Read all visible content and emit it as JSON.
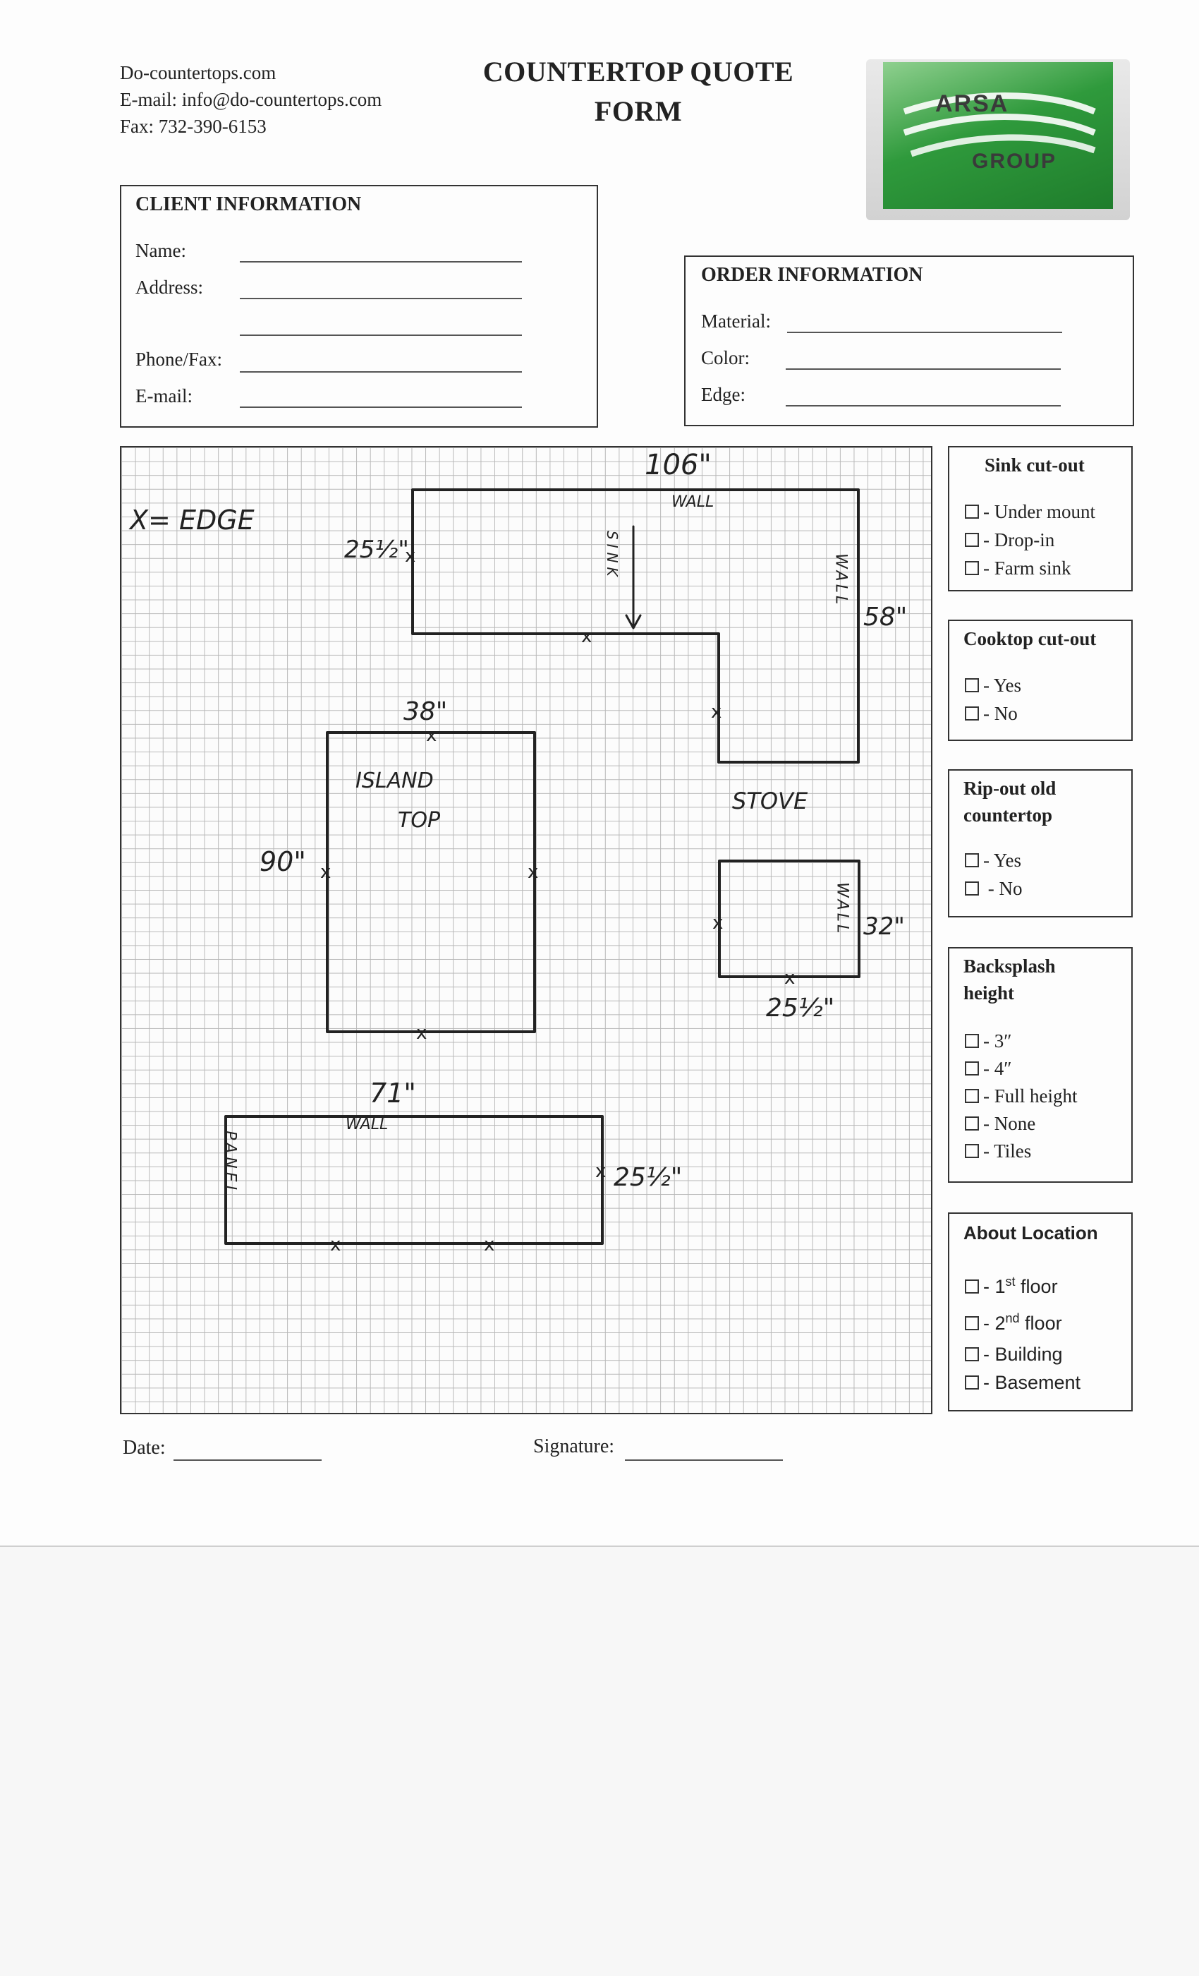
{
  "header": {
    "website": "Do-countertops.com",
    "email": "E-mail: info@do-countertops.com",
    "fax": "Fax: 732-390-6153",
    "title_line1": "COUNTERTOP QUOTE",
    "title_line2": "FORM",
    "logo_top": "ARSA",
    "logo_bottom": "GROUP"
  },
  "client_info": {
    "title": "CLIENT INFORMATION",
    "name_label": "Name:",
    "address_label": "Address:",
    "phone_label": "Phone/Fax:",
    "email_label": "E-mail:"
  },
  "order_info": {
    "title": "ORDER INFORMATION",
    "material_label": "Material:",
    "color_label": "Color:",
    "edge_label": "Edge:"
  },
  "sink_cutout": {
    "title": "Sink cut-out",
    "options": [
      "- Under mount",
      "- Drop-in",
      "- Farm sink"
    ]
  },
  "cooktop_cutout": {
    "title": "Cooktop cut-out",
    "options": [
      "- Yes",
      "- No"
    ]
  },
  "ripout": {
    "title_line1": "Rip-out old",
    "title_line2": "countertop",
    "options": [
      "- Yes",
      " - No"
    ]
  },
  "backsplash": {
    "title_line1": "Backsplash",
    "title_line2": "height",
    "options": [
      "- 3″",
      "- 4″",
      "- Full height",
      "- None",
      "- Tiles"
    ]
  },
  "location": {
    "title": "About Location",
    "floor1_prefix": "- 1",
    "floor1_sup": "st",
    "floor1_suffix": " floor",
    "floor2_prefix": "- 2",
    "floor2_sup": "nd",
    "floor2_suffix": " floor",
    "building": "- Building",
    "basement": "- Basement"
  },
  "sketch": {
    "legend": "X= EDGE",
    "l_top_dim": "106\"",
    "l_left_dim": "25½\"",
    "l_right_dim": "58\"",
    "wall_top": "WALL",
    "wall_right": "WALL",
    "sink": "SINK",
    "island_top_dim": "38\"",
    "island_left_dim": "90\"",
    "island_label_1": "ISLAND",
    "island_label_2": "TOP",
    "stove": "STOVE",
    "small_right_dim": "32\"",
    "small_bottom_dim": "25½\"",
    "small_wall": "WALL",
    "bottom_top_dim": "71\"",
    "bottom_wall": "WALL",
    "bottom_right_dim": "25½\"",
    "panel": "PANEL"
  },
  "footer": {
    "date_label": "Date:",
    "signature_label": "Signature:"
  }
}
